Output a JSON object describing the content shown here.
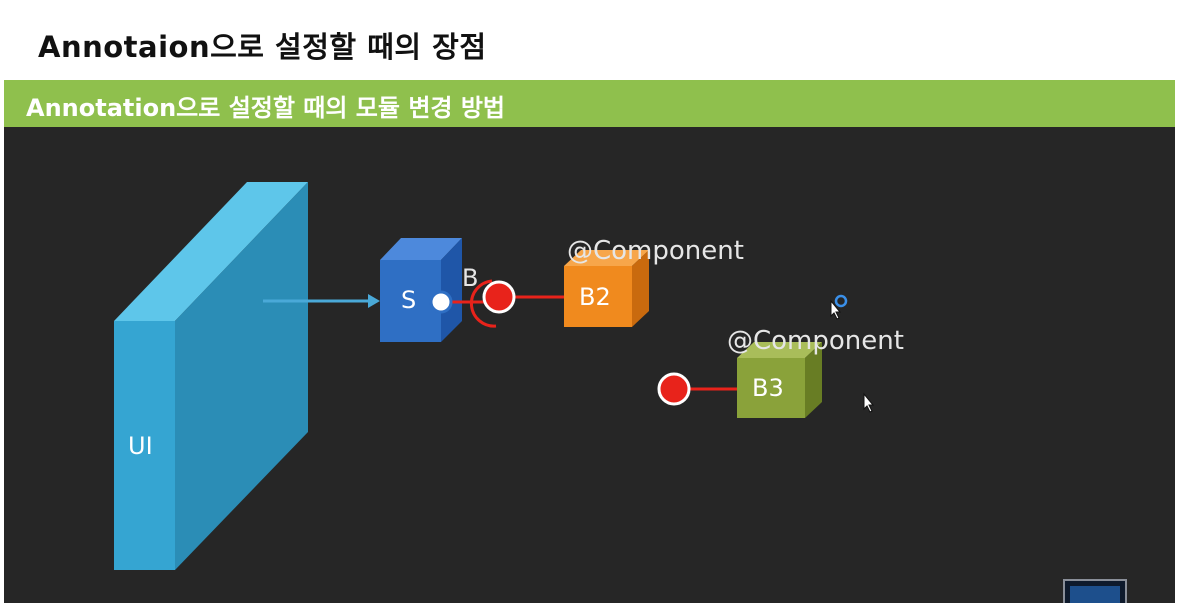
{
  "page": {
    "title": "Annotaion으로 설정할 때의 장점"
  },
  "slide": {
    "title": "Annotation으로 설정할 때의 모듈 변경 방법",
    "header_color": "#8fc04d",
    "background_color": "#262626"
  },
  "diagram": {
    "ui_panel": {
      "label": "UI",
      "color": "#3aa7d1"
    },
    "service_box": {
      "label": "S",
      "color": "#2f6fc4"
    },
    "interface_label": "B",
    "module_b2": {
      "label": "B2",
      "annotation": "@Component",
      "color": "#f08a1e"
    },
    "module_b3": {
      "label": "B3",
      "annotation": "@Component",
      "color": "#8aa23a"
    },
    "connector_color": "#e8231b"
  }
}
